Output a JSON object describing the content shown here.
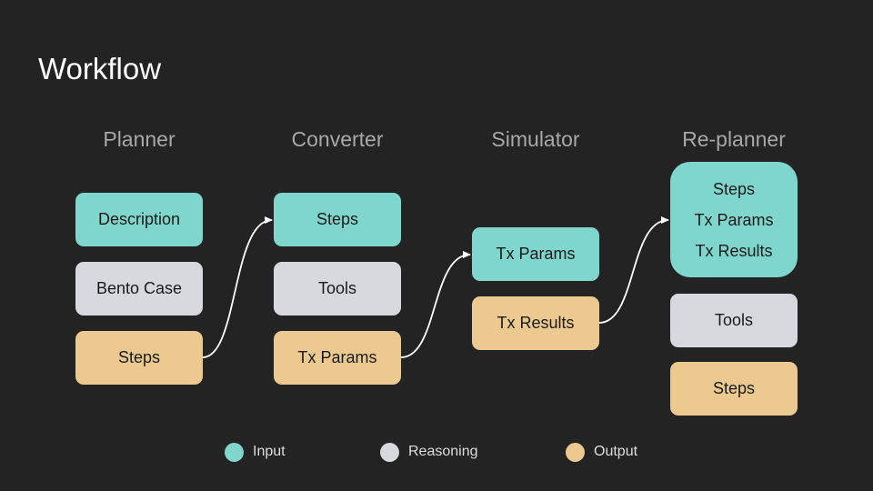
{
  "title": "Workflow",
  "columns": {
    "planner": {
      "title": "Planner",
      "input": "Description",
      "reasoning": "Bento Case",
      "output": "Steps"
    },
    "converter": {
      "title": "Converter",
      "input": "Steps",
      "reasoning": "Tools",
      "output": "Tx Params"
    },
    "simulator": {
      "title": "Simulator",
      "input": "Tx Params",
      "output": "Tx Results"
    },
    "replanner": {
      "title": "Re-planner",
      "inputs": [
        "Steps",
        "Tx Params",
        "Tx Results"
      ],
      "reasoning": "Tools",
      "output": "Steps"
    }
  },
  "legend": [
    {
      "label": "Input",
      "color": "#7fd6cc"
    },
    {
      "label": "Reasoning",
      "color": "#d8d9de"
    },
    {
      "label": "Output",
      "color": "#ebc98f"
    }
  ],
  "colors": {
    "background": "#232323",
    "input": "#7fd6cc",
    "reasoning": "#d8d9de",
    "output": "#ebc98f",
    "arrow": "#ffffff"
  }
}
